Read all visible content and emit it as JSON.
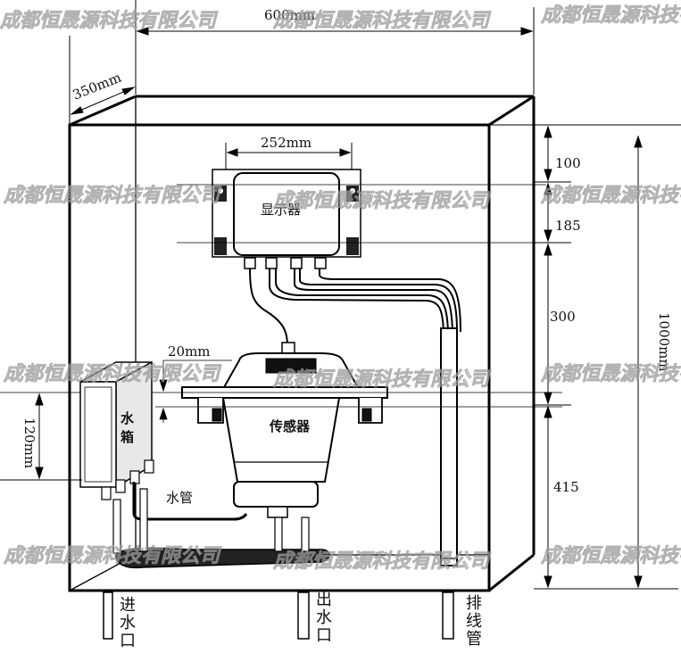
{
  "dimensions": {
    "width": "600mm",
    "depth": "350mm",
    "display_width": "252mm",
    "seg_top": "100",
    "seg_display": "185",
    "seg_middle": "300",
    "seg_bottom": "415",
    "total_height": "1000mm",
    "tank_height": "120mm",
    "pipe_gap": "20mm"
  },
  "labels": {
    "display": "显示器",
    "sensor": "传感器",
    "tank": "水箱",
    "water_pipe": "水管",
    "inlet": "进水口",
    "outlet": "出水口",
    "cable_pipe": "排线管"
  },
  "watermark": "成都恒晟源科技有限公司"
}
